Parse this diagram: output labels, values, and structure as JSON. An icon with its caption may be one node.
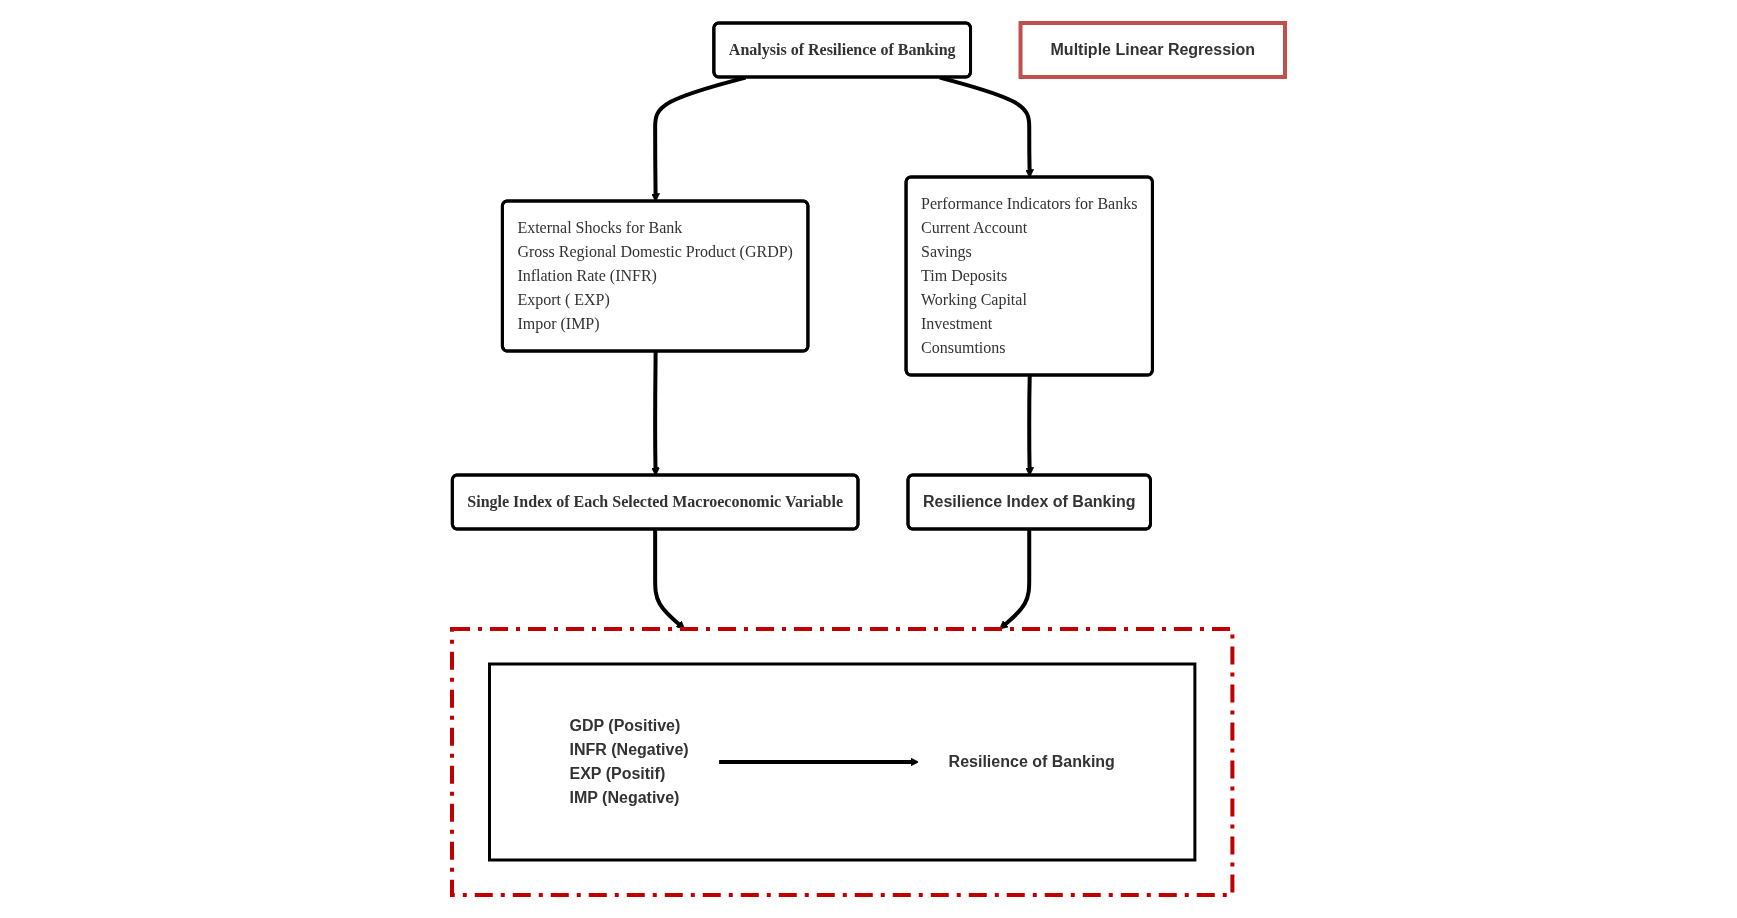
{
  "diagram": {
    "nodes": [
      {
        "text": [
          "Analysis of Resilience of Banking"
        ]
      },
      {
        "text": [
          "External Shocks for Bank",
          "Gross Regional Domestic Product (GRDP)",
          "Inflation Rate (INFR)",
          "Export ( EXP)",
          "Impor (IMP)"
        ]
      },
      {
        "text": [
          "Performance Indicators for Banks",
          "Current Account",
          "Savings",
          "Tim Deposits",
          "Working Capital",
          "Investment",
          "Consumtions"
        ]
      },
      {
        "text": [
          "Single Index of Each Selected Macroeconomic Variable"
        ]
      },
      {
        "text": [
          "Resilience Index of Banking"
        ]
      },
      {
        "text": [],
        "shape": "box"
      },
      {
        "text": [],
        "shape": "box",
        "in": 5
      },
      {
        "text": [
          "GDP (Positive)",
          "INFR (Negative)",
          "EXP (Positif)",
          "IMP (Negative)"
        ],
        "in": 6
      },
      {
        "text": [
          "Resilience of Banking"
        ],
        "in": 6
      },
      {
        "text": [
          "Multiple Linear Regression"
        ]
      }
    ],
    "edges": [
      {
        "from": 0,
        "to": 1,
        "arrow": "to"
      },
      {
        "from": 0,
        "to": 2,
        "arrow": "to"
      },
      {
        "from": 1,
        "to": 3,
        "arrow": "to"
      },
      {
        "from": 2,
        "to": 4,
        "arrow": "to"
      },
      {
        "from": 3,
        "to": 5,
        "arrow": "to"
      },
      {
        "from": 4,
        "to": 5,
        "arrow": "to"
      },
      {
        "from": 7,
        "to": 8,
        "arrow": "to"
      }
    ]
  }
}
